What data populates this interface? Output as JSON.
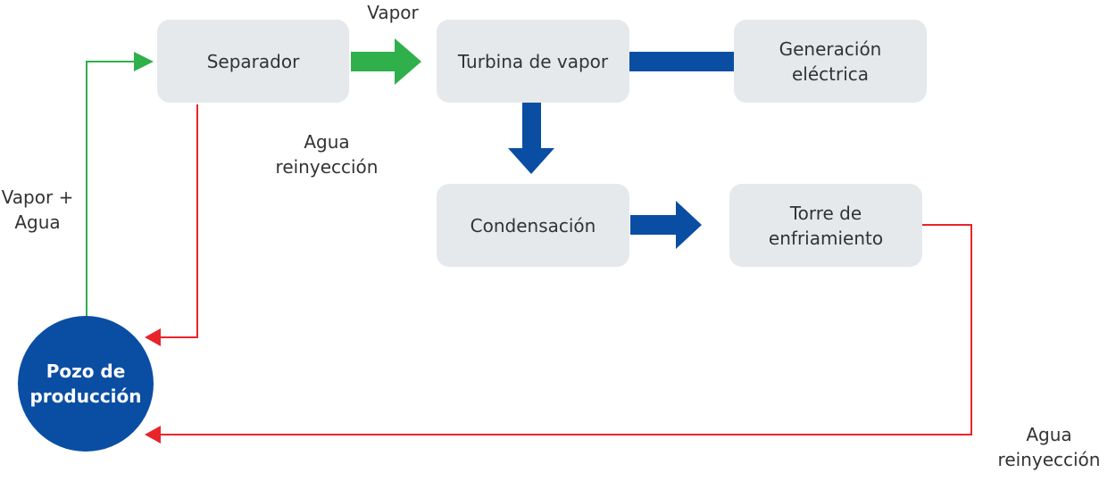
{
  "nodes": {
    "separator": "Separador",
    "turbine": "Turbina de vapor",
    "generation": "Generación\neléctrica",
    "condensation": "Condensación",
    "cooling_tower": "Torre de\nenfriamiento",
    "production_well": "Pozo de\nproducción"
  },
  "labels": {
    "vapor": "Vapor",
    "vapor_agua": "Vapor +\nAgua",
    "agua_reinyeccion_top": "Agua\nreinyección",
    "agua_reinyeccion_bottom": "Agua\nreinyección"
  },
  "colors": {
    "box_fill": "#e5e9ec",
    "well_fill": "#0a4ea4",
    "steam_green": "#2fb04a",
    "flow_blue": "#0a4ea4",
    "reinjection_red": "#e8242b",
    "text": "#333333"
  }
}
